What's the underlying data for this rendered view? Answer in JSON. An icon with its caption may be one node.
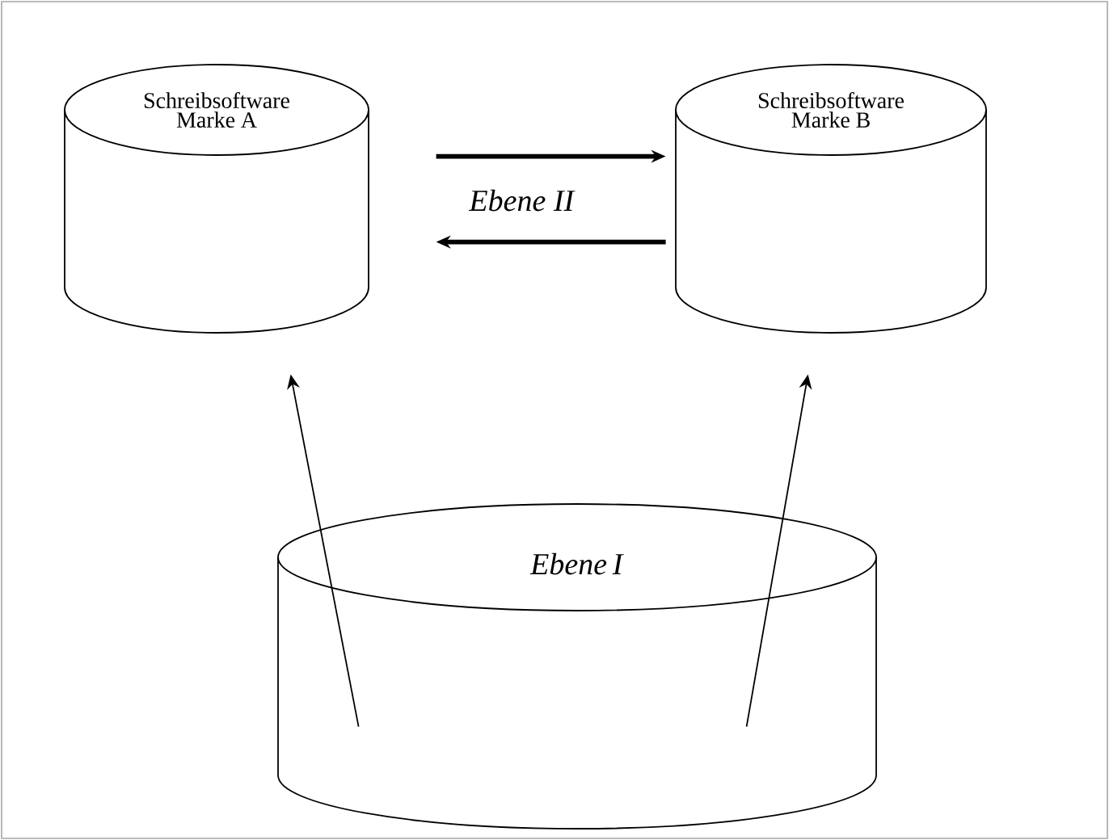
{
  "diagram": {
    "nodes": [
      {
        "text": [
          "Schreibsoftware Marke A"
        ]
      },
      {
        "text": [
          "Schreibsoftware Marke B"
        ]
      },
      {
        "text": [
          "*Ebene I*"
        ]
      }
    ],
    "edges": [
      {
        "from": 0,
        "to": 1,
        "arrow": "to",
        "style": "thick",
        "label": "*Ebene II*"
      },
      {
        "from": 1,
        "to": 0,
        "arrow": "to",
        "style": "thick"
      },
      {
        "from": 2,
        "to": 0,
        "arrow": "to"
      },
      {
        "from": 2,
        "to": 1,
        "arrow": "to"
      }
    ]
  }
}
